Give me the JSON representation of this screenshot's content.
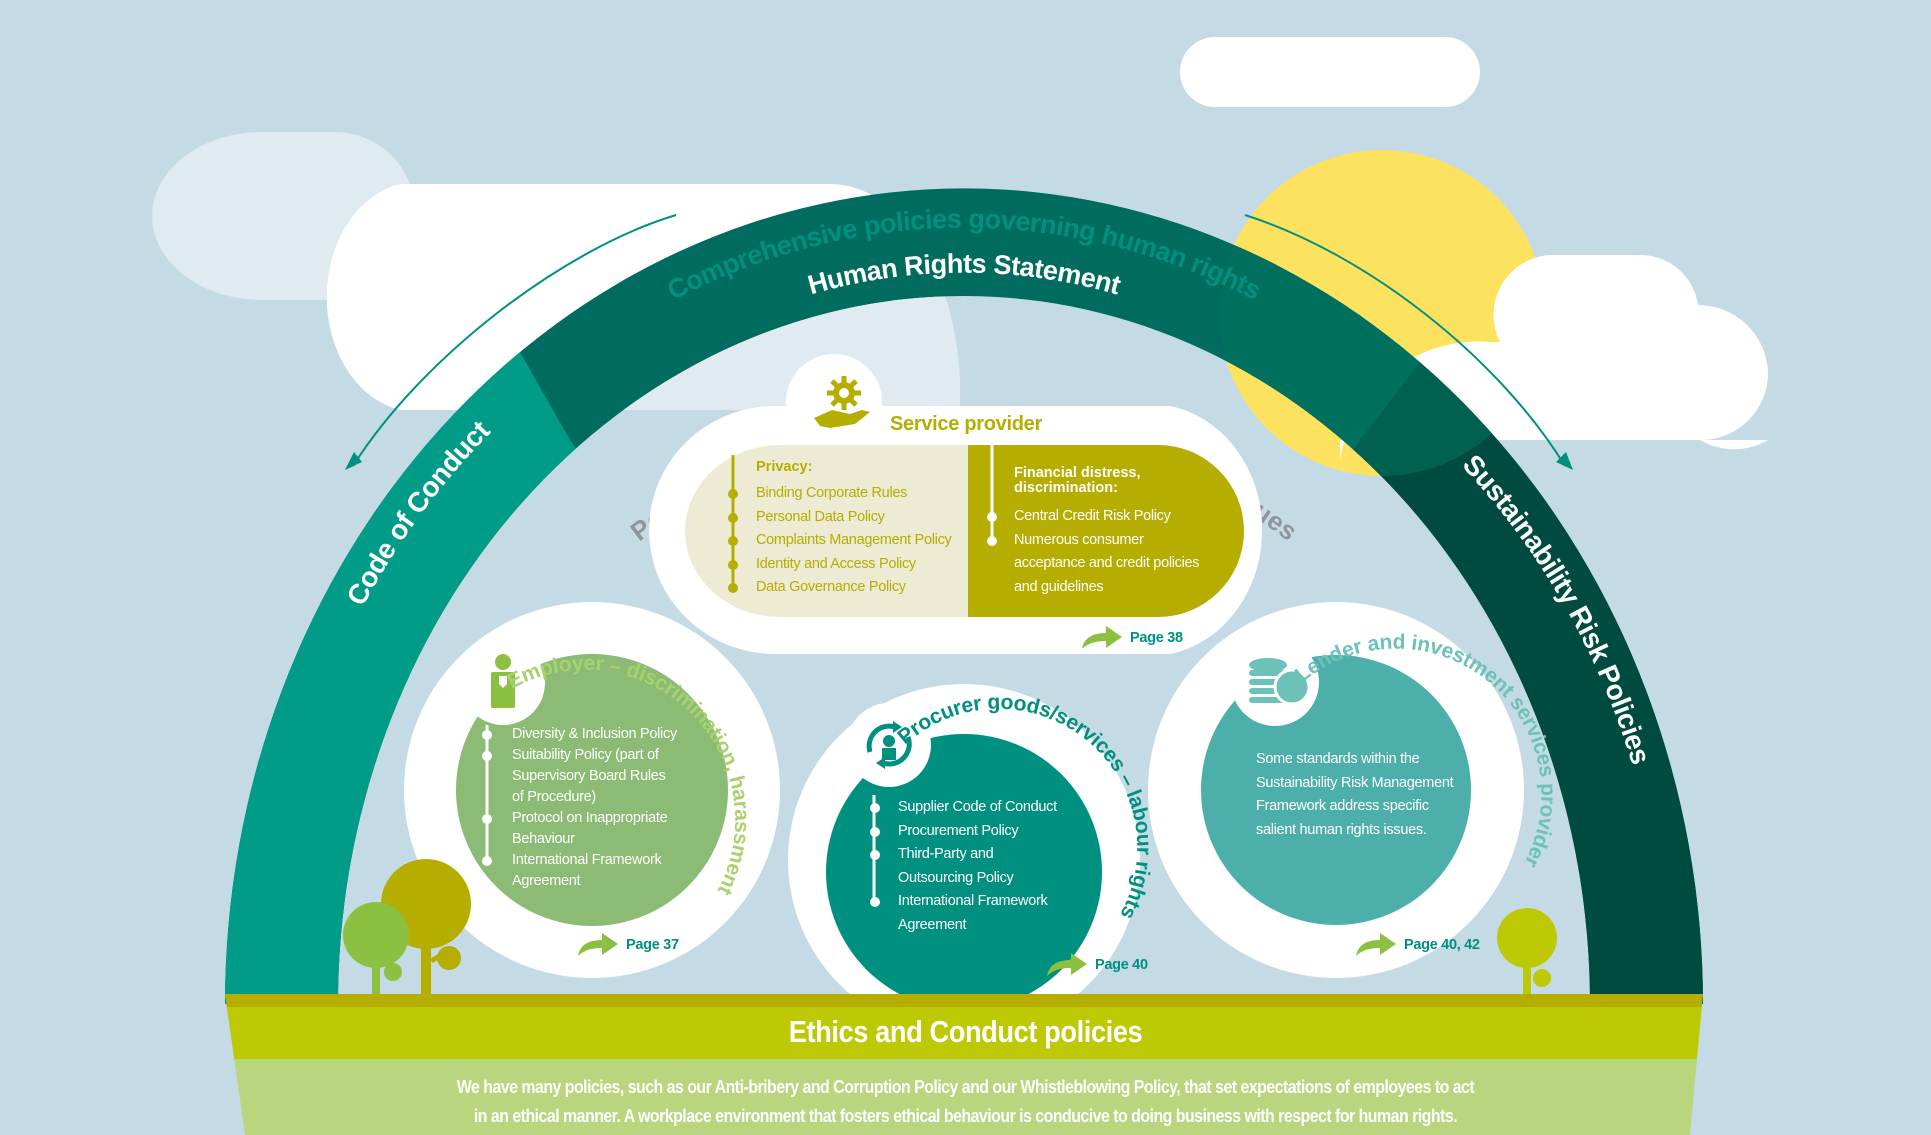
{
  "colors": {
    "sky": "#c4dbe5",
    "cloud": "#ffffff",
    "cloud_faded": "#dfeaf1",
    "sun": "#fde25f",
    "code_of_conduct": "#009c87",
    "human_rights_statement": "#006b5f",
    "sustainability_risk": "#004b40",
    "ethics_band": "#bdc905",
    "ethics_text_band": "#b9d67f",
    "ground": "#b5ad00",
    "accent_teal": "#009080",
    "service_provider": "#b5ad00",
    "service_provider_light": "#eeebd5",
    "employer": "#8bbb74",
    "employer_label": "#a9d26e",
    "procurer": "#009080",
    "lender": "#4dafaa",
    "lender_label": "#6cc2b8",
    "arrow_green": "#8cc040",
    "salient_label": "#8e969c"
  },
  "arc": {
    "outer_label": "Comprehensive policies governing human rights",
    "top_label": "Human Rights Statement",
    "left_label": "Code of Conduct",
    "right_label": "Sustainability Risk Policies",
    "inner_label": "Policies governing specific salient human rights issues"
  },
  "service_provider": {
    "title": "Service provider",
    "icon": "hand-gear-icon",
    "left_heading": "Privacy:",
    "left_items": [
      "Binding Corporate Rules",
      "Personal Data Policy",
      "Complaints Management Policy",
      "Identity and Access Policy",
      "Data Governance Policy"
    ],
    "right_heading_1": "Financial distress,",
    "right_heading_2": "discrimination:",
    "right_items": [
      "Central Credit Risk Policy",
      "Numerous consumer",
      "acceptance and credit policies",
      "and guidelines"
    ],
    "page_link": "Page 38"
  },
  "employer": {
    "title": "Employer – discrimination, harassment",
    "icon": "employee-icon",
    "items": [
      "Diversity & Inclusion Policy",
      "Suitability Policy (part of",
      "Supervisory Board Rules",
      "of Procedure)",
      "Protocol on Inappropriate",
      "Behaviour",
      "International Framework",
      "Agreement"
    ],
    "page_link": "Page 37"
  },
  "procurer": {
    "title": "Procurer goods/services – labour rights",
    "icon": "supplier-cycle-icon",
    "items": [
      "Supplier Code of Conduct",
      "Procurement Policy",
      "Third-Party and",
      "Outsourcing Policy",
      "International Framework",
      "Agreement"
    ],
    "page_link": "Page 40"
  },
  "lender": {
    "title": "Lender and investment services provider",
    "icon": "coins-icon",
    "text": [
      "Some standards within the",
      "Sustainability Risk Management",
      "Framework address specific",
      "salient human rights issues."
    ],
    "page_link": "Page 40, 42"
  },
  "ethics": {
    "title": "Ethics and Conduct policies",
    "line1": "We have many policies, such as our Anti-bribery and Corruption Policy and our Whistleblowing Policy, that set expectations of employees to act",
    "line2": "in an ethical manner. A workplace environment that fosters ethical behaviour is conducive to doing business with respect for human rights."
  }
}
